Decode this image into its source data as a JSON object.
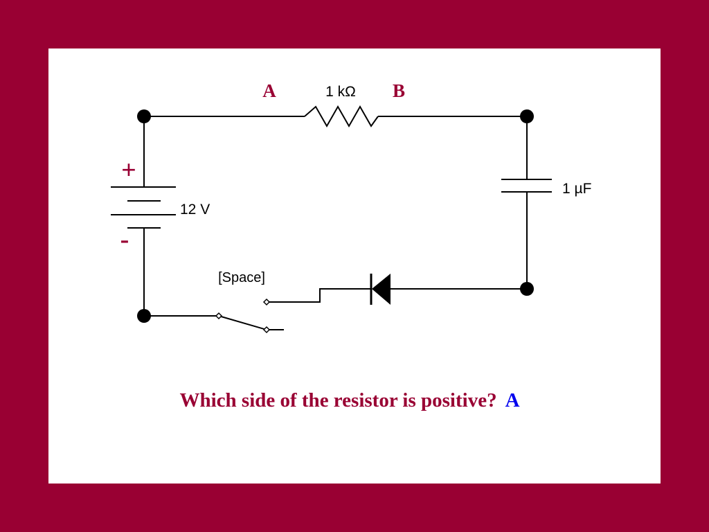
{
  "colors": {
    "frame": "#990033",
    "panel": "#ffffff",
    "label_accent": "#990033",
    "answer": "#0000ee",
    "wire": "#000000"
  },
  "circuit": {
    "node_a_label": "A",
    "node_b_label": "B",
    "resistor_label": "1 kΩ",
    "capacitor_label": "1 µF",
    "battery_label": "12 V",
    "battery_plus": "+",
    "battery_minus": "-",
    "switch_key_label": "[Space]"
  },
  "question": {
    "text": "Which side of the resistor is positive?",
    "answer": "A"
  }
}
